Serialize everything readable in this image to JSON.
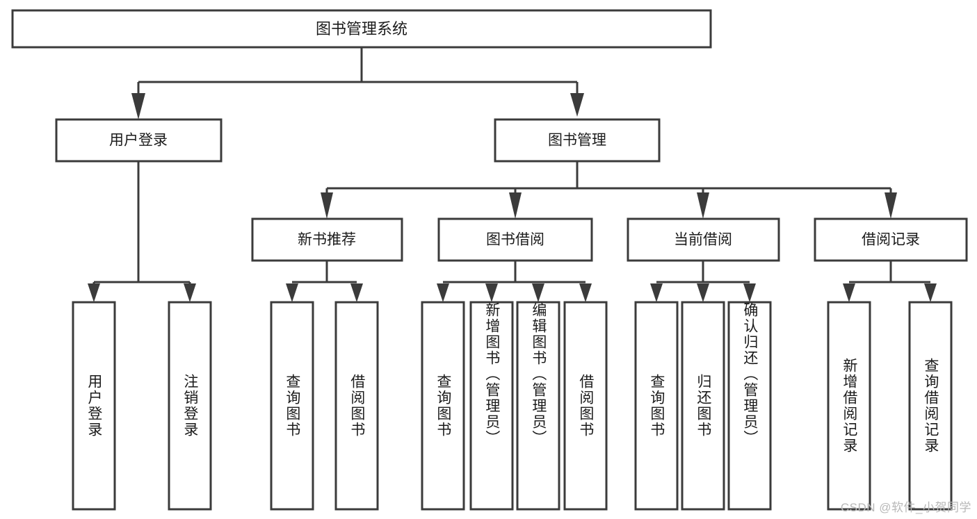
{
  "diagram": {
    "title": "图书管理系统",
    "type": "tree",
    "orientation": "top-down",
    "colors": {
      "box_stroke": "#3b3b3b",
      "box_fill": "#ffffff",
      "text": "#1b1b1b",
      "background": "#ffffff",
      "watermark": "#b8b8b8"
    },
    "root": {
      "label": "图书管理系统"
    },
    "level1": [
      {
        "label": "用户登录"
      },
      {
        "label": "图书管理"
      }
    ],
    "level2": [
      {
        "label": "新书推荐"
      },
      {
        "label": "图书借阅"
      },
      {
        "label": "当前借阅"
      },
      {
        "label": "借阅记录"
      }
    ],
    "leaves": {
      "user_login": [
        {
          "label": "用户登录"
        },
        {
          "label": "注销登录"
        }
      ],
      "new_book_recommend": [
        {
          "label": "查询图书"
        },
        {
          "label": "借阅图书"
        }
      ],
      "book_borrow": [
        {
          "label": "查询图书"
        },
        {
          "label": "新增图书（管理员）"
        },
        {
          "label": "编辑图书（管理员）"
        },
        {
          "label": "借阅图书"
        }
      ],
      "current_borrow": [
        {
          "label": "查询图书"
        },
        {
          "label": "归还图书"
        },
        {
          "label": "确认归还（管理员）"
        }
      ],
      "borrow_record": [
        {
          "label": "新增借阅记录"
        },
        {
          "label": "查询借阅记录"
        }
      ]
    }
  },
  "watermark": {
    "text": "CSDN @软件_小贺同学"
  }
}
